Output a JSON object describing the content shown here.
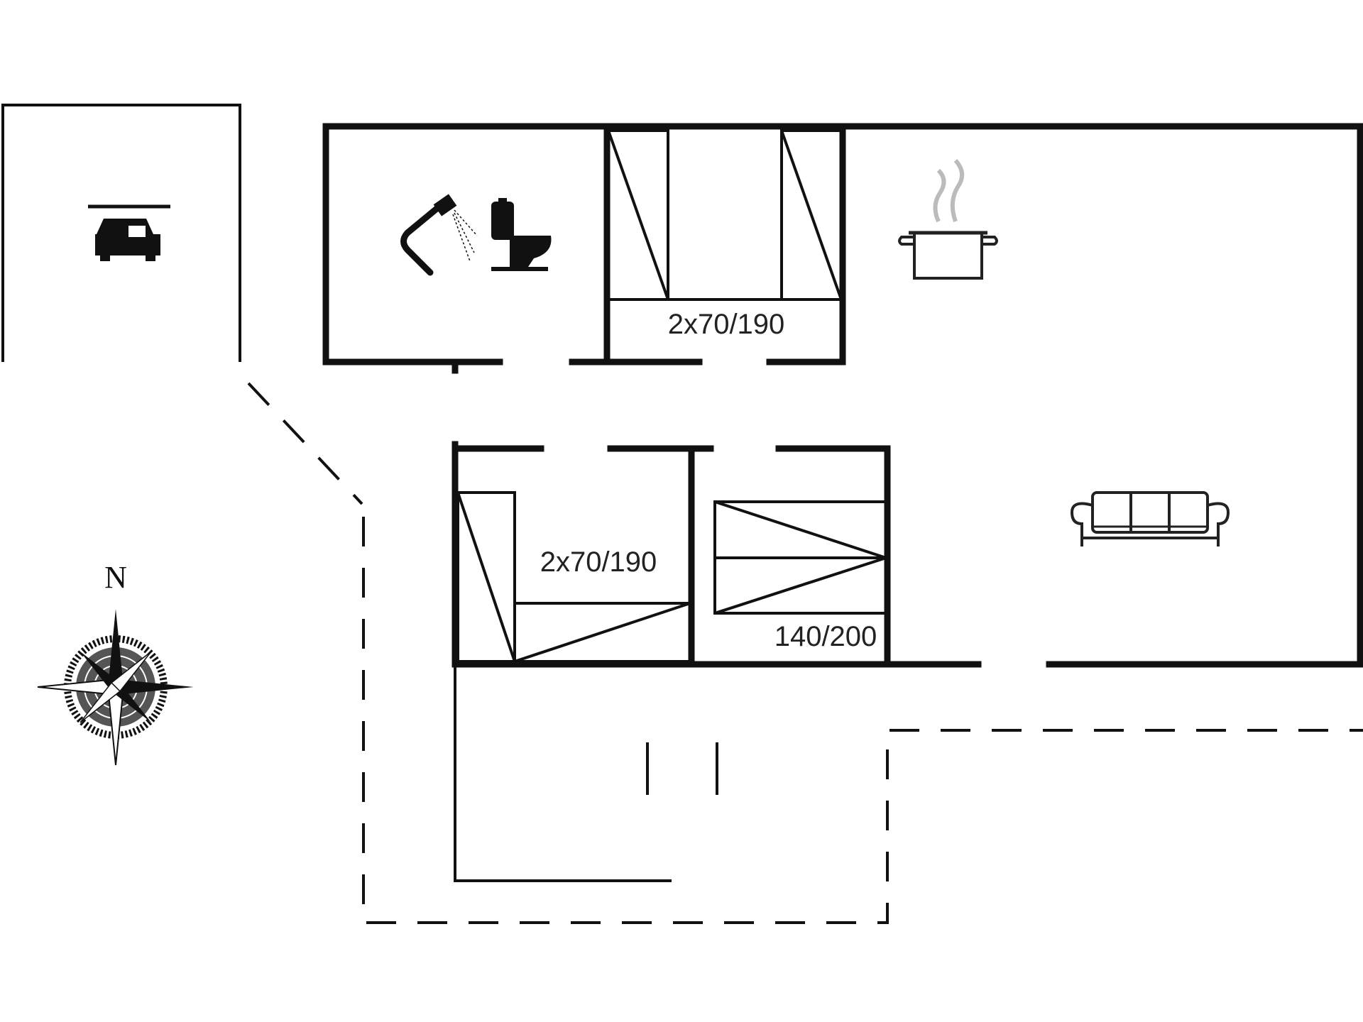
{
  "colors": {
    "ink": "#111111",
    "steam": "#bbbbbb",
    "background": "#ffffff"
  },
  "labels": {
    "bed_top": "2x70/190",
    "bed_mid": "2x70/190",
    "bed_double": "140/200",
    "north": "N"
  },
  "icons": [
    "car-icon",
    "shower-icon",
    "toilet-icon",
    "cooking-pot-icon",
    "sofa-icon",
    "compass-rose-icon"
  ]
}
